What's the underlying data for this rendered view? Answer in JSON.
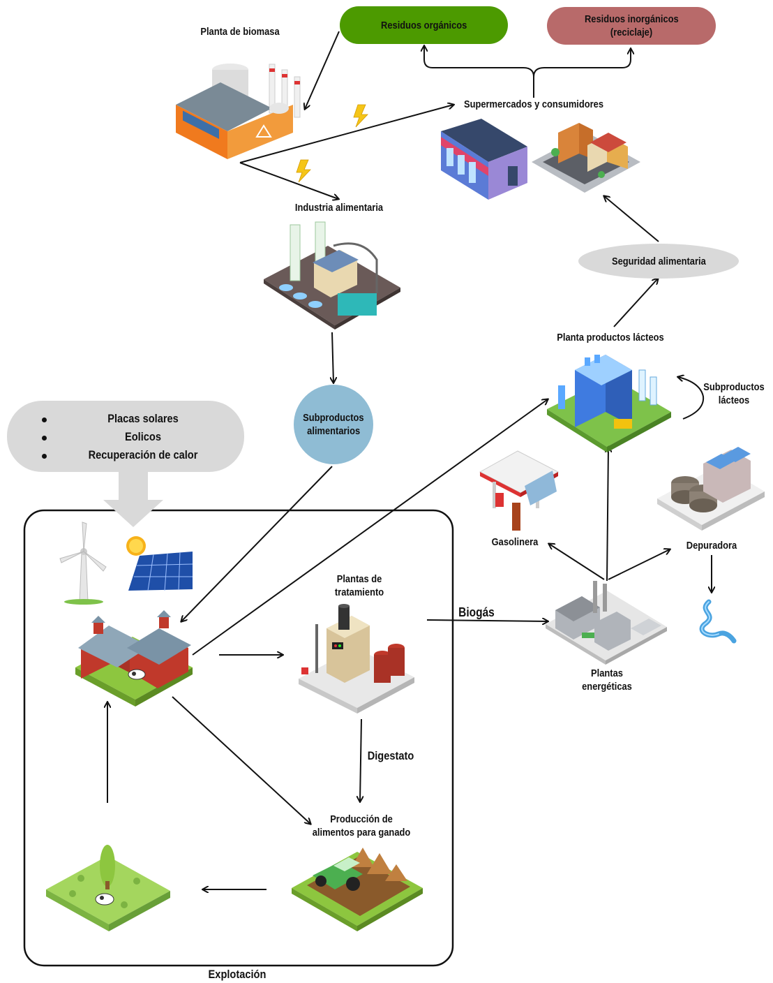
{
  "nodes": {
    "biomass_plant": "Planta de biomasa",
    "organic_waste": "Residuos orgánicos",
    "inorganic_waste_line1": "Residuos inorgánicos",
    "inorganic_waste_line2": "(reciclaje)",
    "supermarkets": "Supermercados y consumidores",
    "food_industry": "Industria alimentaria",
    "food_security": "Seguridad alimentaria",
    "dairy_plant": "Planta productos lácteos",
    "dairy_byproducts_line1": "Subproductos",
    "dairy_byproducts_line2": "lácteos",
    "food_byproducts_line1": "Subproductos",
    "food_byproducts_line2": "alimentarios",
    "gas_station": "Gasolinera",
    "treatment_plant_ww": "Depuradora",
    "treatment_plants_line1": "Plantas de",
    "treatment_plants_line2": "tratamiento",
    "energy_plants_line1": "Plantas",
    "energy_plants_line2": "energéticas",
    "feed_production_line1": "Producción de",
    "feed_production_line2": "alimentos para ganado",
    "farm_boundary": "Explotación"
  },
  "edge_labels": {
    "biogas": "Biogás",
    "digestate": "Digestato"
  },
  "renewables": {
    "items": [
      "Placas solares",
      "Eolicos",
      "Recuperación de calor"
    ]
  },
  "colors": {
    "organic": "#4c9a00",
    "inorganic": "#b86a6a",
    "byproducts_circle": "#8fbcd4",
    "grey_pill": "#d9d9d9",
    "arrow": "#111111",
    "lightning": "#f5c518"
  },
  "icons": {
    "biomass_plant": "factory-icon",
    "supermarket": "store-icon",
    "city": "city-block-icon",
    "food_industry": "food-factory-icon",
    "dairy_plant": "dairy-plant-icon",
    "gas_station": "gas-station-icon",
    "wastewater": "wastewater-plant-icon",
    "water": "water-stream-icon",
    "energy_plant": "power-plant-icon",
    "treatment_plant": "treatment-plant-icon",
    "barn": "barn-icon",
    "windmill": "wind-turbine-icon",
    "solar": "solar-panel-icon",
    "field": "tractor-field-icon",
    "pasture": "pasture-cow-icon",
    "lightning": "lightning-icon"
  }
}
